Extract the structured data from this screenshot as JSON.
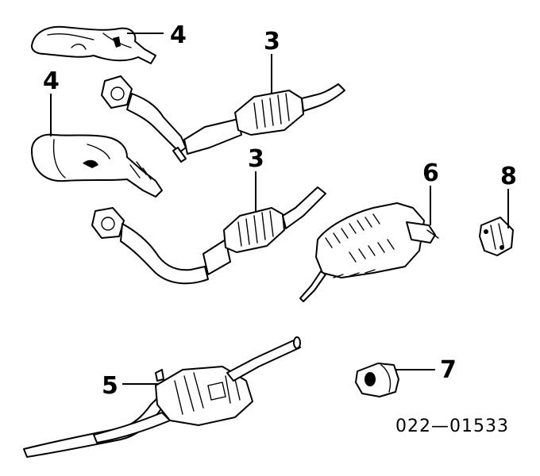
{
  "callouts": {
    "heat_shield_upper": "4",
    "cat_converter_upper": "3",
    "heat_shield_lower": "4",
    "cat_converter_lower": "3",
    "rear_muffler": "6",
    "mount_clamp": "8",
    "center_muffler": "5",
    "rubber_hanger": "7"
  },
  "reference_code": "022—01533"
}
